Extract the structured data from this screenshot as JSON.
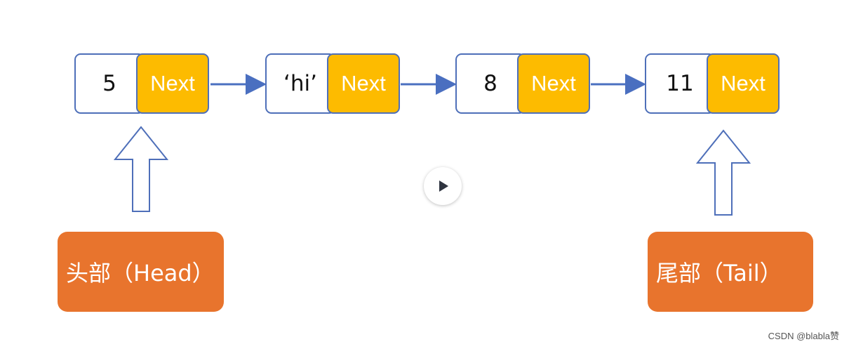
{
  "nodes": [
    {
      "value": "5",
      "next_label": "Next"
    },
    {
      "value": "‘hi’",
      "next_label": "Next"
    },
    {
      "value": "8",
      "next_label": "Next"
    },
    {
      "value": "11",
      "next_label": "Next"
    }
  ],
  "labels": {
    "head": "头部（Head）",
    "tail": "尾部（Tail）"
  },
  "watermark": "CSDN @blabla赞",
  "colors": {
    "node_border": "#4e6fb9",
    "next_fill": "#fdbb00",
    "label_fill": "#e8742d",
    "arrow": "#4a6fc0"
  },
  "icons": {
    "play": "play-icon"
  }
}
